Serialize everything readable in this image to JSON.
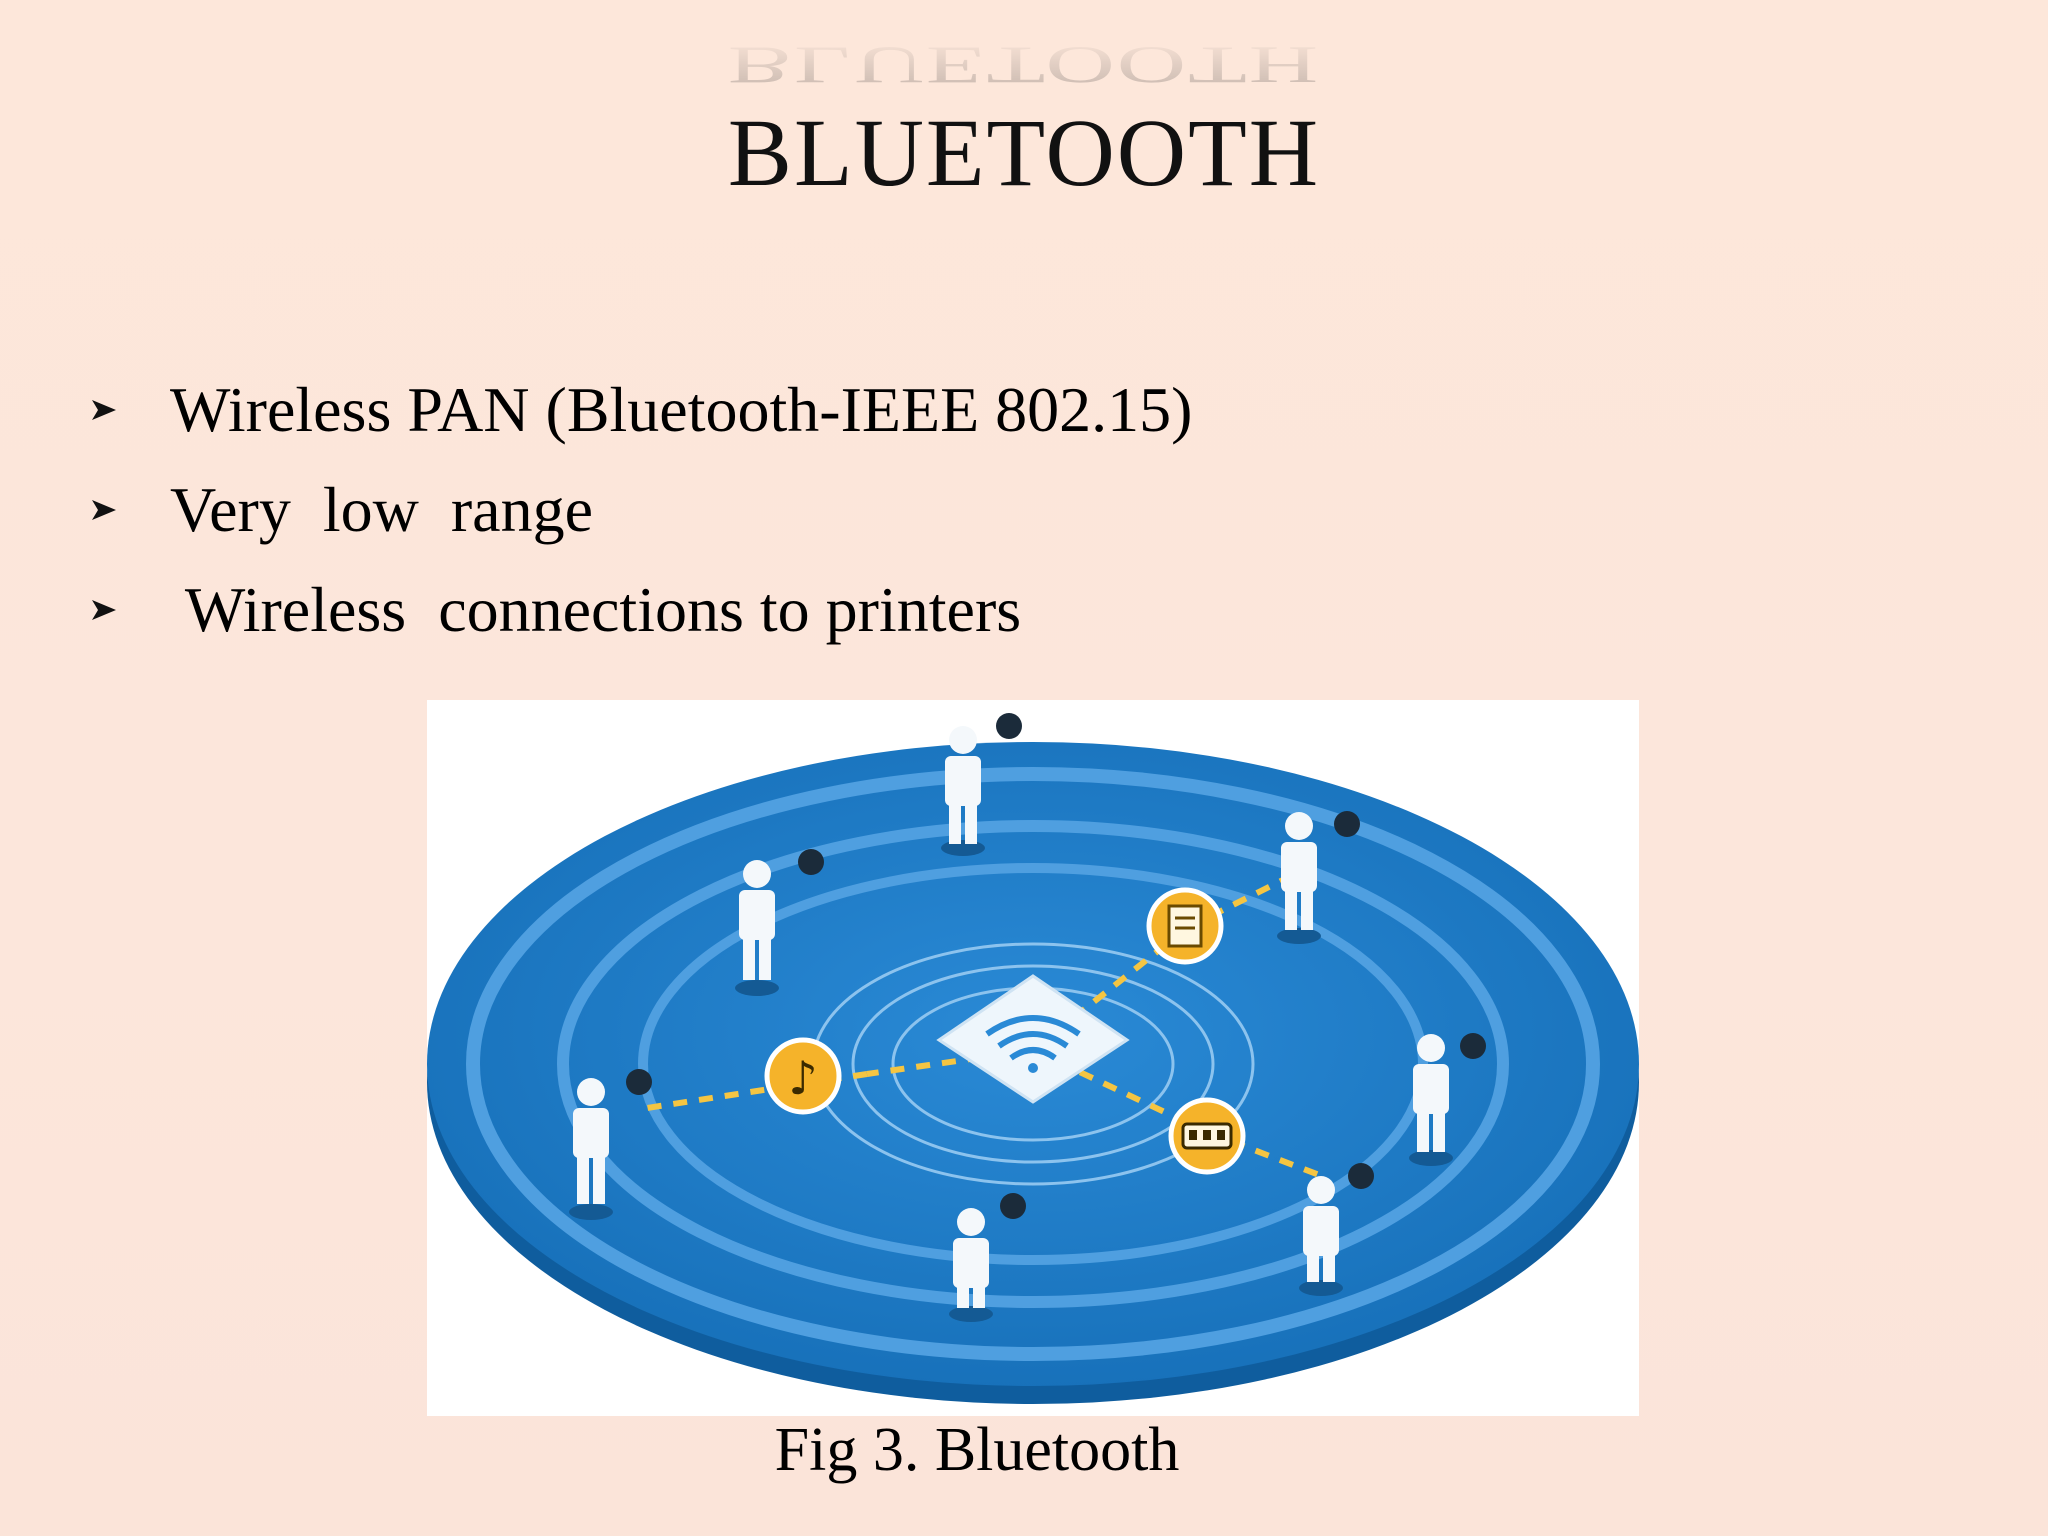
{
  "slide": {
    "title": "BLUETOOTH",
    "bullets": [
      "Wireless PAN (Bluetooth-IEEE 802.15)",
      "Very  low  range",
      " Wireless  connections to printers"
    ],
    "bullet_icon": "arrowhead-bullet-icon",
    "figure_caption": "Fig 3. Bluetooth",
    "colors": {
      "background": "#fde8dc",
      "disc_blue": "#1e7bc6",
      "ring_light": "#5aa9e6",
      "link_yellow": "#f5c542"
    }
  }
}
